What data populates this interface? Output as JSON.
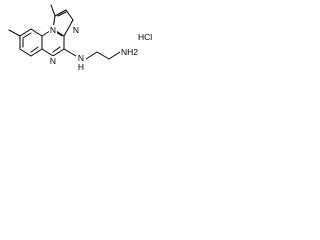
{
  "diagram": {
    "type": "chemical-structure",
    "atom_labels": {
      "imidazole_n": "N",
      "pyrazine_n_bottom": "N",
      "ring_fusion_n": "N",
      "amine_nh": "N",
      "amine_h": "H",
      "terminal_amine": "NH2"
    },
    "salt_label": "HCl"
  },
  "style": {
    "background": "#ffffff",
    "ink": "#000000"
  }
}
